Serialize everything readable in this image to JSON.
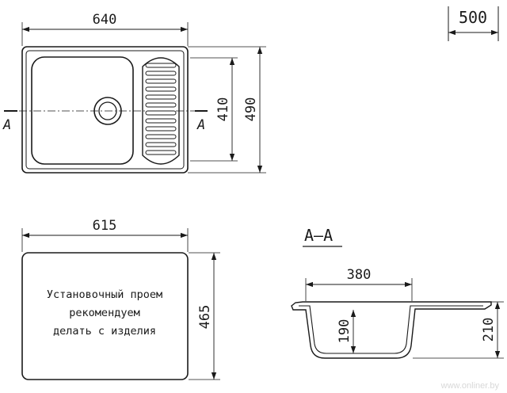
{
  "top_view": {
    "width_dim": "640",
    "height_dim": "490",
    "bowl_dim": "410",
    "section_mark_left": "A",
    "section_mark_right": "A"
  },
  "cabinet_dim": "500",
  "cutout_view": {
    "width_dim": "615",
    "height_dim": "465",
    "note_lines": [
      "Установочный проем",
      "рекомендуем",
      "делать с изделия"
    ]
  },
  "section_view": {
    "title": "A–A",
    "bowl_width_dim": "380",
    "bowl_depth_dim": "190",
    "total_depth_dim": "210"
  },
  "watermark": "www.onliner.by"
}
